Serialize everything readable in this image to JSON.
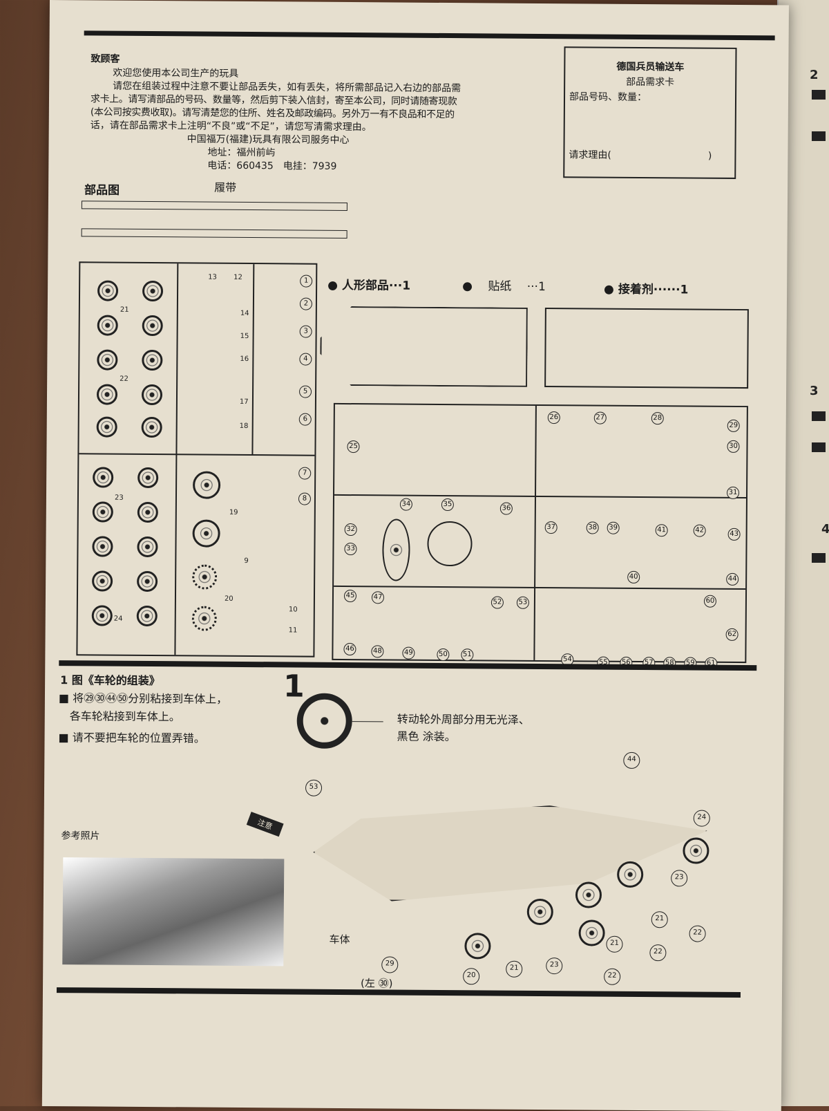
{
  "letter": {
    "salutation": "致顾客",
    "lines": [
      "欢迎您使用本公司生产的玩具",
      "请您在组装过程中注意不要让部品丢失，如有丢失，将所需部品记入右边的部品需",
      "求卡上。请写清部品的号码、数量等，然后剪下装入信封，寄至本公司，同时请随寄现款",
      "(本公司按实费收取)。请写清楚您的住所、姓名及邮政编码。另外万一有不良品和不足的",
      "话，请在部品需求卡上注明“不良”或“不足”，请您写清需求理由。"
    ],
    "company": "中国福万(福建)玩具有限公司服务中心",
    "address": "地址：福州前屿",
    "phone": "电话：660435　电挂：7939"
  },
  "card": {
    "title": "德国兵员输送车",
    "subtitle": "部品需求卡",
    "field1": "部品号码、数量：",
    "field2": "请求理由(　　　　　　　　　　)"
  },
  "parts": {
    "heading": "部品图",
    "track_label": "履带",
    "figure": "● 人形部品···1",
    "decal": "● 　贴纸　 ···1",
    "glue": "● 接着剂······1",
    "numbers": [
      "1",
      "2",
      "3",
      "4",
      "5",
      "6",
      "7",
      "8",
      "9",
      "10",
      "11",
      "12",
      "13",
      "14",
      "15",
      "16",
      "17",
      "18",
      "19",
      "20",
      "21",
      "22",
      "23",
      "24",
      "25",
      "26",
      "27",
      "28",
      "29",
      "30",
      "31",
      "32",
      "33",
      "34",
      "35",
      "36",
      "37",
      "38",
      "39",
      "40",
      "41",
      "42",
      "43",
      "44",
      "45",
      "46",
      "47",
      "48",
      "49",
      "50",
      "51",
      "52",
      "53",
      "54",
      "55",
      "56",
      "57",
      "58",
      "59",
      "60",
      "61",
      "62"
    ]
  },
  "step1": {
    "title": "1 图《车轮的组装》",
    "big_number": "1",
    "b1a": "将㉙㉚㊹㊿分别粘接到车体上，",
    "b1b": "各车轮粘接到车体上。",
    "b2": "请不要把车轮的位置弄错。",
    "paint_note1": "转动轮外周部分用无光泽、",
    "paint_note2": "黑色 涂装。",
    "photo_label": "参考照片",
    "caution": "注意",
    "body_label": "车体",
    "left_label": "(左 ㉚)",
    "callouts": [
      "53",
      "44",
      "24",
      "23",
      "21",
      "22",
      "21",
      "22",
      "23",
      "21",
      "20",
      "29",
      "22"
    ]
  },
  "side_page": {
    "numbers": [
      "2",
      "3",
      "4"
    ]
  }
}
